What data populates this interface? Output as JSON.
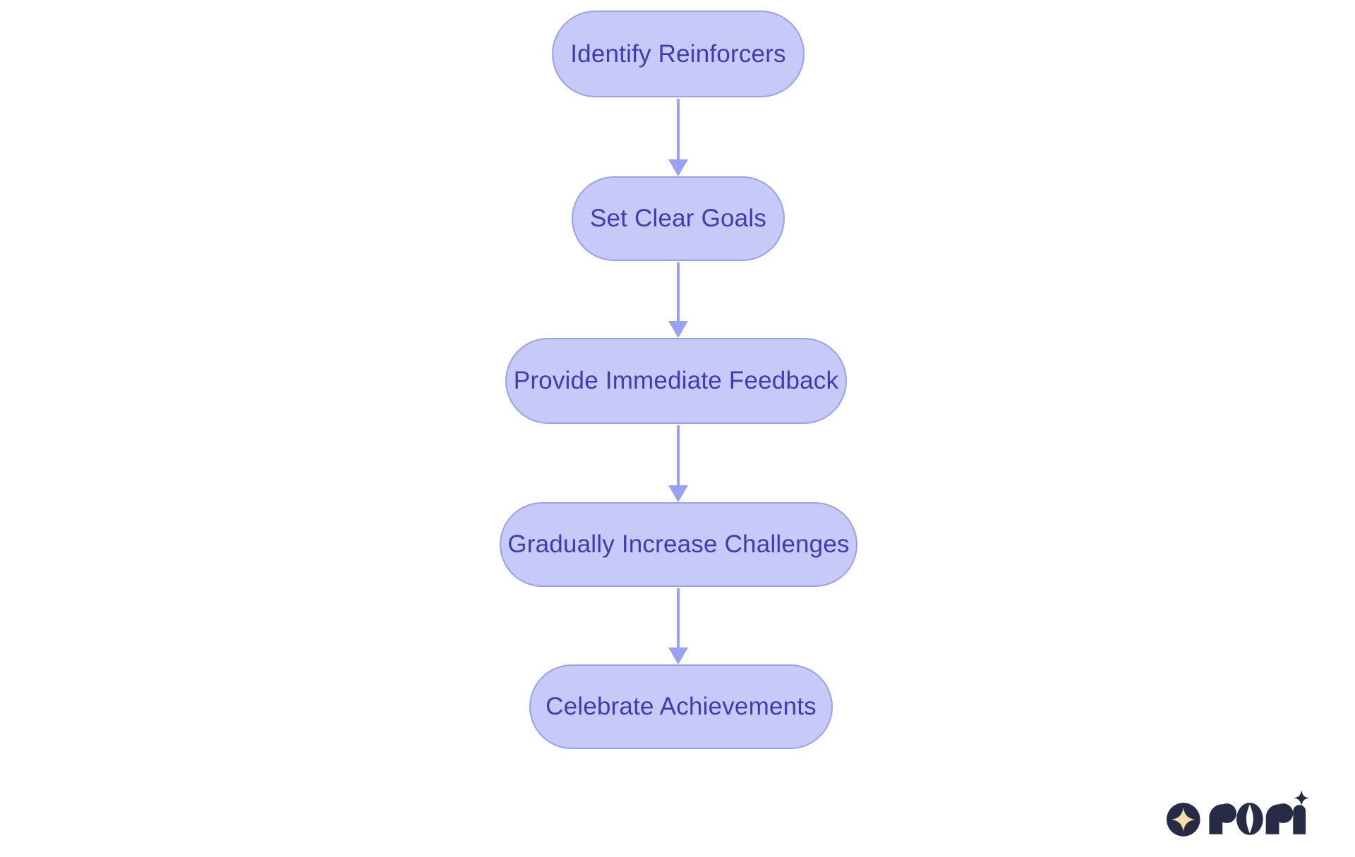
{
  "diagram": {
    "type": "flowchart",
    "direction": "top-down"
  },
  "flowchart": {
    "nodes": [
      {
        "id": "identify-reinforcers",
        "label": "Identify Reinforcers"
      },
      {
        "id": "set-clear-goals",
        "label": "Set Clear Goals"
      },
      {
        "id": "provide-immediate-feedback",
        "label": "Provide Immediate Feedback"
      },
      {
        "id": "gradually-increase-challenges",
        "label": "Gradually Increase Challenges"
      },
      {
        "id": "celebrate-achievements",
        "label": "Celebrate Achievements"
      }
    ],
    "edges": [
      {
        "from": "identify-reinforcers",
        "to": "set-clear-goals"
      },
      {
        "from": "set-clear-goals",
        "to": "provide-immediate-feedback"
      },
      {
        "from": "provide-immediate-feedback",
        "to": "gradually-increase-challenges"
      },
      {
        "from": "gradually-increase-challenges",
        "to": "celebrate-achievements"
      }
    ]
  },
  "branding": {
    "logo_text": "rori",
    "logo_icon": "sparkle-star-icon"
  },
  "theme": {
    "colors": {
      "canvas_bg": "#ffffff",
      "node_fill": "#c7caf8",
      "node_border": "#98a0ef",
      "node_text": "#3c3db5",
      "arrow_color": "#99a1f1",
      "logo_ink": "#272b45",
      "logo_star": "#f5dfa8"
    }
  }
}
